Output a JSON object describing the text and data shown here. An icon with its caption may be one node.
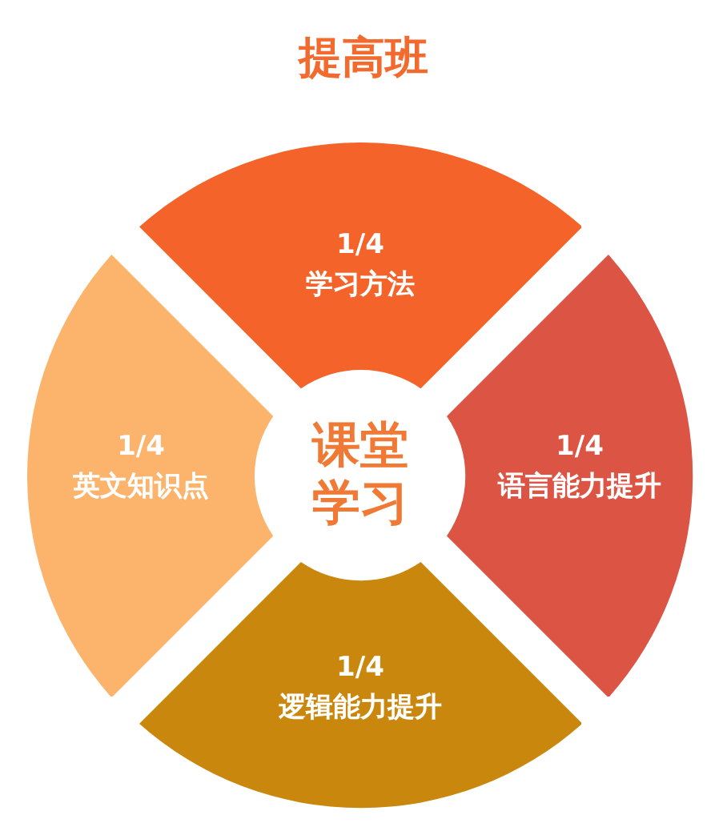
{
  "diagram": {
    "title": "提高班",
    "nodes": [
      {
        "text": [
          "1/4",
          "学习方法"
        ]
      },
      {
        "text": [
          "1/4",
          "英文知识点"
        ]
      },
      {
        "text": [
          "课堂学习"
        ]
      },
      {
        "text": [
          "1/4",
          "语言能力提升"
        ]
      },
      {
        "text": [
          "1/4",
          "逻辑能力提升"
        ]
      }
    ]
  }
}
